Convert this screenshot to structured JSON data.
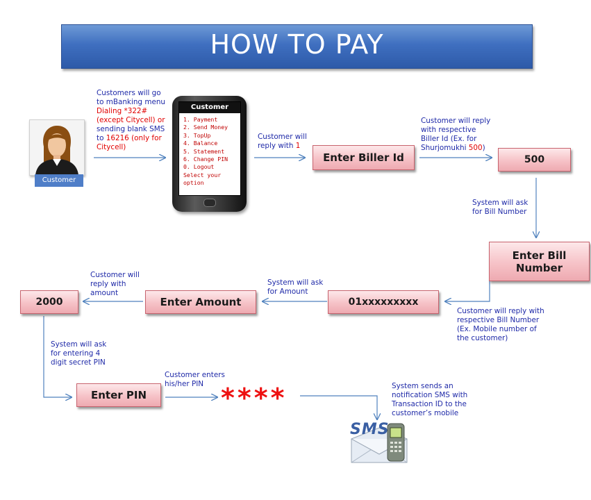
{
  "title": "HOW TO PAY",
  "customer_label": "Customer",
  "phone": {
    "header": "Customer",
    "menu": [
      "1. Payment",
      "2. Send Money",
      "3. TopUp",
      "4. Balance",
      "5. Statement",
      "6. Change PIN",
      "0. Logout",
      "Select your",
      "option"
    ]
  },
  "notes": {
    "go_menu": {
      "line1": "Customers will go",
      "line2": "to mBanking menu",
      "line3": "Dialing *322#",
      "line4": "(except Citycell) or",
      "line5": "sending blank SMS",
      "line6_a": "to ",
      "line6_b": "16216",
      "line6_c": " (only for",
      "line7": "Citycell)"
    },
    "reply1": {
      "line1": "Customer will",
      "line2_a": "reply with ",
      "line2_b": "1"
    },
    "reply_biller": {
      "line1": "Customer will reply",
      "line2": "with respective",
      "line3": "Biller Id (Ex. for",
      "line4_a": "Shurjomukhi ",
      "line4_b": "500",
      "line4_c": ")"
    },
    "ask_bill": {
      "line1": "System will ask",
      "line2": "for Bill Number"
    },
    "reply_bill": {
      "line1": "Customer will reply with",
      "line2": "respective Bill Number",
      "line3": "(Ex. Mobile number of",
      "line4": "the customer)"
    },
    "ask_amount": {
      "line1": "System will ask",
      "line2": "for Amount"
    },
    "reply_amount": {
      "line1": "Customer will",
      "line2": "reply with",
      "line3": "amount"
    },
    "ask_pin": {
      "line1": "System will ask",
      "line2": "for entering 4",
      "line3": "digit secret PIN"
    },
    "enter_pin": {
      "line1": "Customer enters",
      "line2": "his/her PIN"
    },
    "sms_notify": {
      "line1": "System sends an",
      "line2": "notification SMS with",
      "line3": "Transaction ID to the",
      "line4": "customer’s mobile"
    }
  },
  "boxes": {
    "biller_id": "Enter Biller Id",
    "biller_value": "500",
    "bill_number_1": "Enter Bill",
    "bill_number_2": "Number",
    "mobile_value": "01xxxxxxxxx",
    "amount": "Enter Amount",
    "amount_value": "2000",
    "pin": "Enter PIN"
  },
  "pin_stars": "****",
  "sms_text": "SMS",
  "colors": {
    "note_text": "#1f2aa8",
    "highlight": "#e10000",
    "arrow": "#4f81bd",
    "box_border": "#c7626d"
  }
}
